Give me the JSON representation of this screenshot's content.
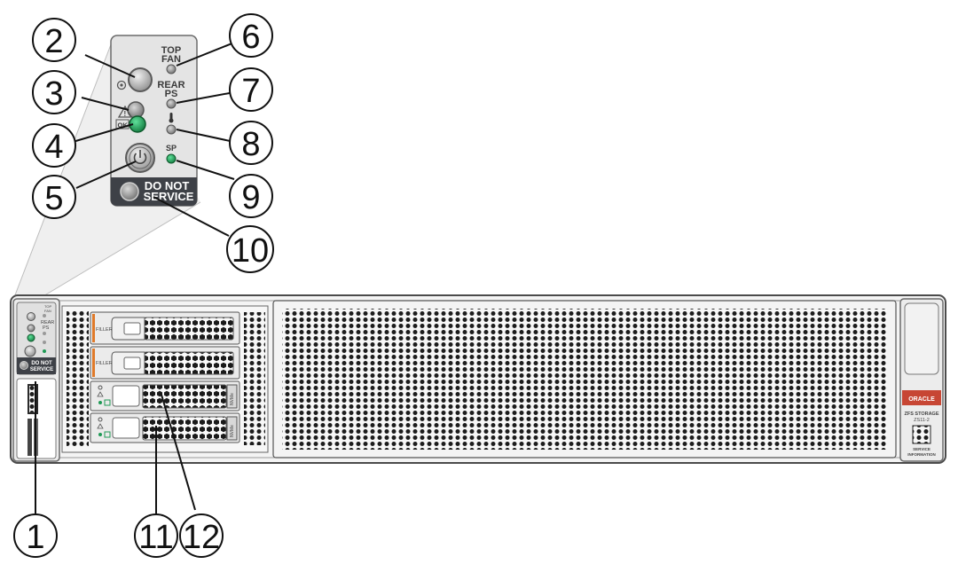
{
  "callouts": [
    "1",
    "2",
    "3",
    "4",
    "5",
    "6",
    "7",
    "8",
    "9",
    "10",
    "11",
    "12"
  ],
  "zoom_panel": {
    "top_fan": [
      "TOP",
      "FAN"
    ],
    "rear_ps": [
      "REAR",
      "PS"
    ],
    "ok_label": "OK",
    "sp_label": "SP",
    "do_not_service": [
      "DO NOT",
      "SERVICE"
    ]
  },
  "chassis": {
    "mini_panel": {
      "top_fan": [
        "TOP",
        "FAN"
      ],
      "rear_ps": [
        "REAR",
        "PS"
      ],
      "do_not_service": [
        "DO NOT",
        "SERVICE"
      ]
    },
    "filler_label": "FILLER",
    "drive_tag": "NVMe",
    "right_ear": {
      "brand": "ORACLE",
      "model": [
        "ZFS STORAGE",
        "ZS11-2"
      ],
      "service": [
        "SERVICE",
        "INFORMATION"
      ]
    }
  },
  "colors": {
    "led_green": "#1f9a55",
    "panel_bg": "#e4e4e4",
    "panel_dark": "#3e4147",
    "oracle_red": "#c74634",
    "chassis_fill": "#f4f4f4"
  }
}
